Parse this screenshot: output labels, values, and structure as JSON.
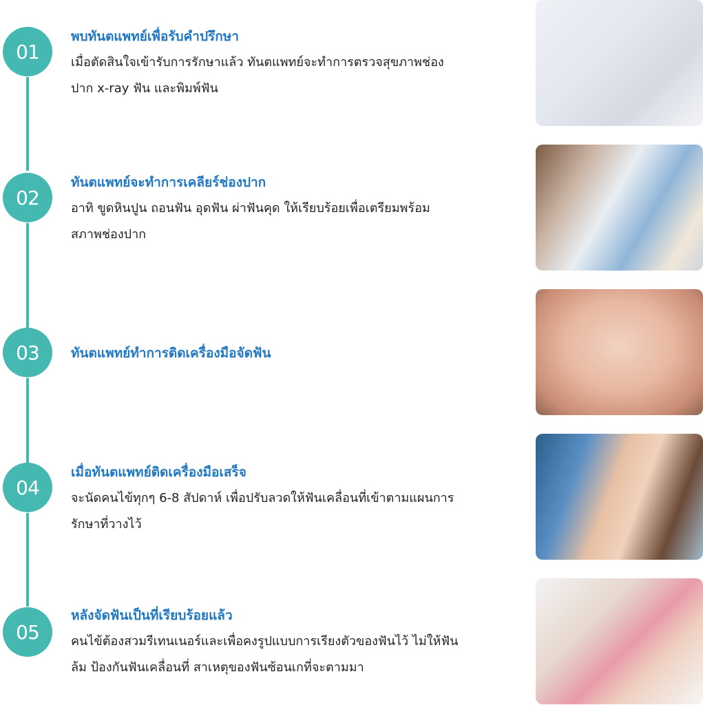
{
  "steps": [
    {
      "number": "01",
      "title": "พบทันตแพทย์เพื่อรับคำปรึกษา",
      "lines": [
        "เมื่อตัดสินใจเข้ารับการรักษาแล้ว ทันตแพทย์จะทำการตรวจสุขภาพช่อง",
        "ปาก x-ray ฟัน และพิมพ์ฟัน"
      ]
    },
    {
      "number": "02",
      "title": "ทันตแพทย์จะทำการเคลียร์ช่องปาก",
      "lines": [
        "อาทิ ขูดหินปูน ถอนฟัน อุดฟัน ผ่าฟันคุด ให้เรียบร้อยเพื่อเตรียมพร้อม",
        "สภาพช่องปาก"
      ]
    },
    {
      "number": "03",
      "title": "ทันตแพทย์ทำการติดเครื่องมือจัดฟัน",
      "lines": []
    },
    {
      "number": "04",
      "title": "เมื่อทันตแพทย์ติดเครื่องมือเสร็จ",
      "lines": [
        "จะนัดคนไข้ทุกๆ 6-8 สัปดาห์ เพื่อปรับลวดให้ฟันเคลื่อนที่เข้าตามแผนการ",
        "รักษาที่วางไว้"
      ]
    },
    {
      "number": "05",
      "title": "หลังจัดฟันเป็นที่เรียบร้อยแล้ว",
      "lines": [
        "คนไข้ต้องสวมรีเทนเนอร์และเพื่อคงรูปแบบการเรียงตัวของฟันไว้ ไม่ให้ฟัน",
        "ล้ม ป้องกันฟันเคลื่อนที่ สาเหตุของฟันซ้อนเกที่จะตามมา"
      ]
    }
  ],
  "colors": {
    "accent": "#45b8b2",
    "title": "#1f78c1"
  }
}
